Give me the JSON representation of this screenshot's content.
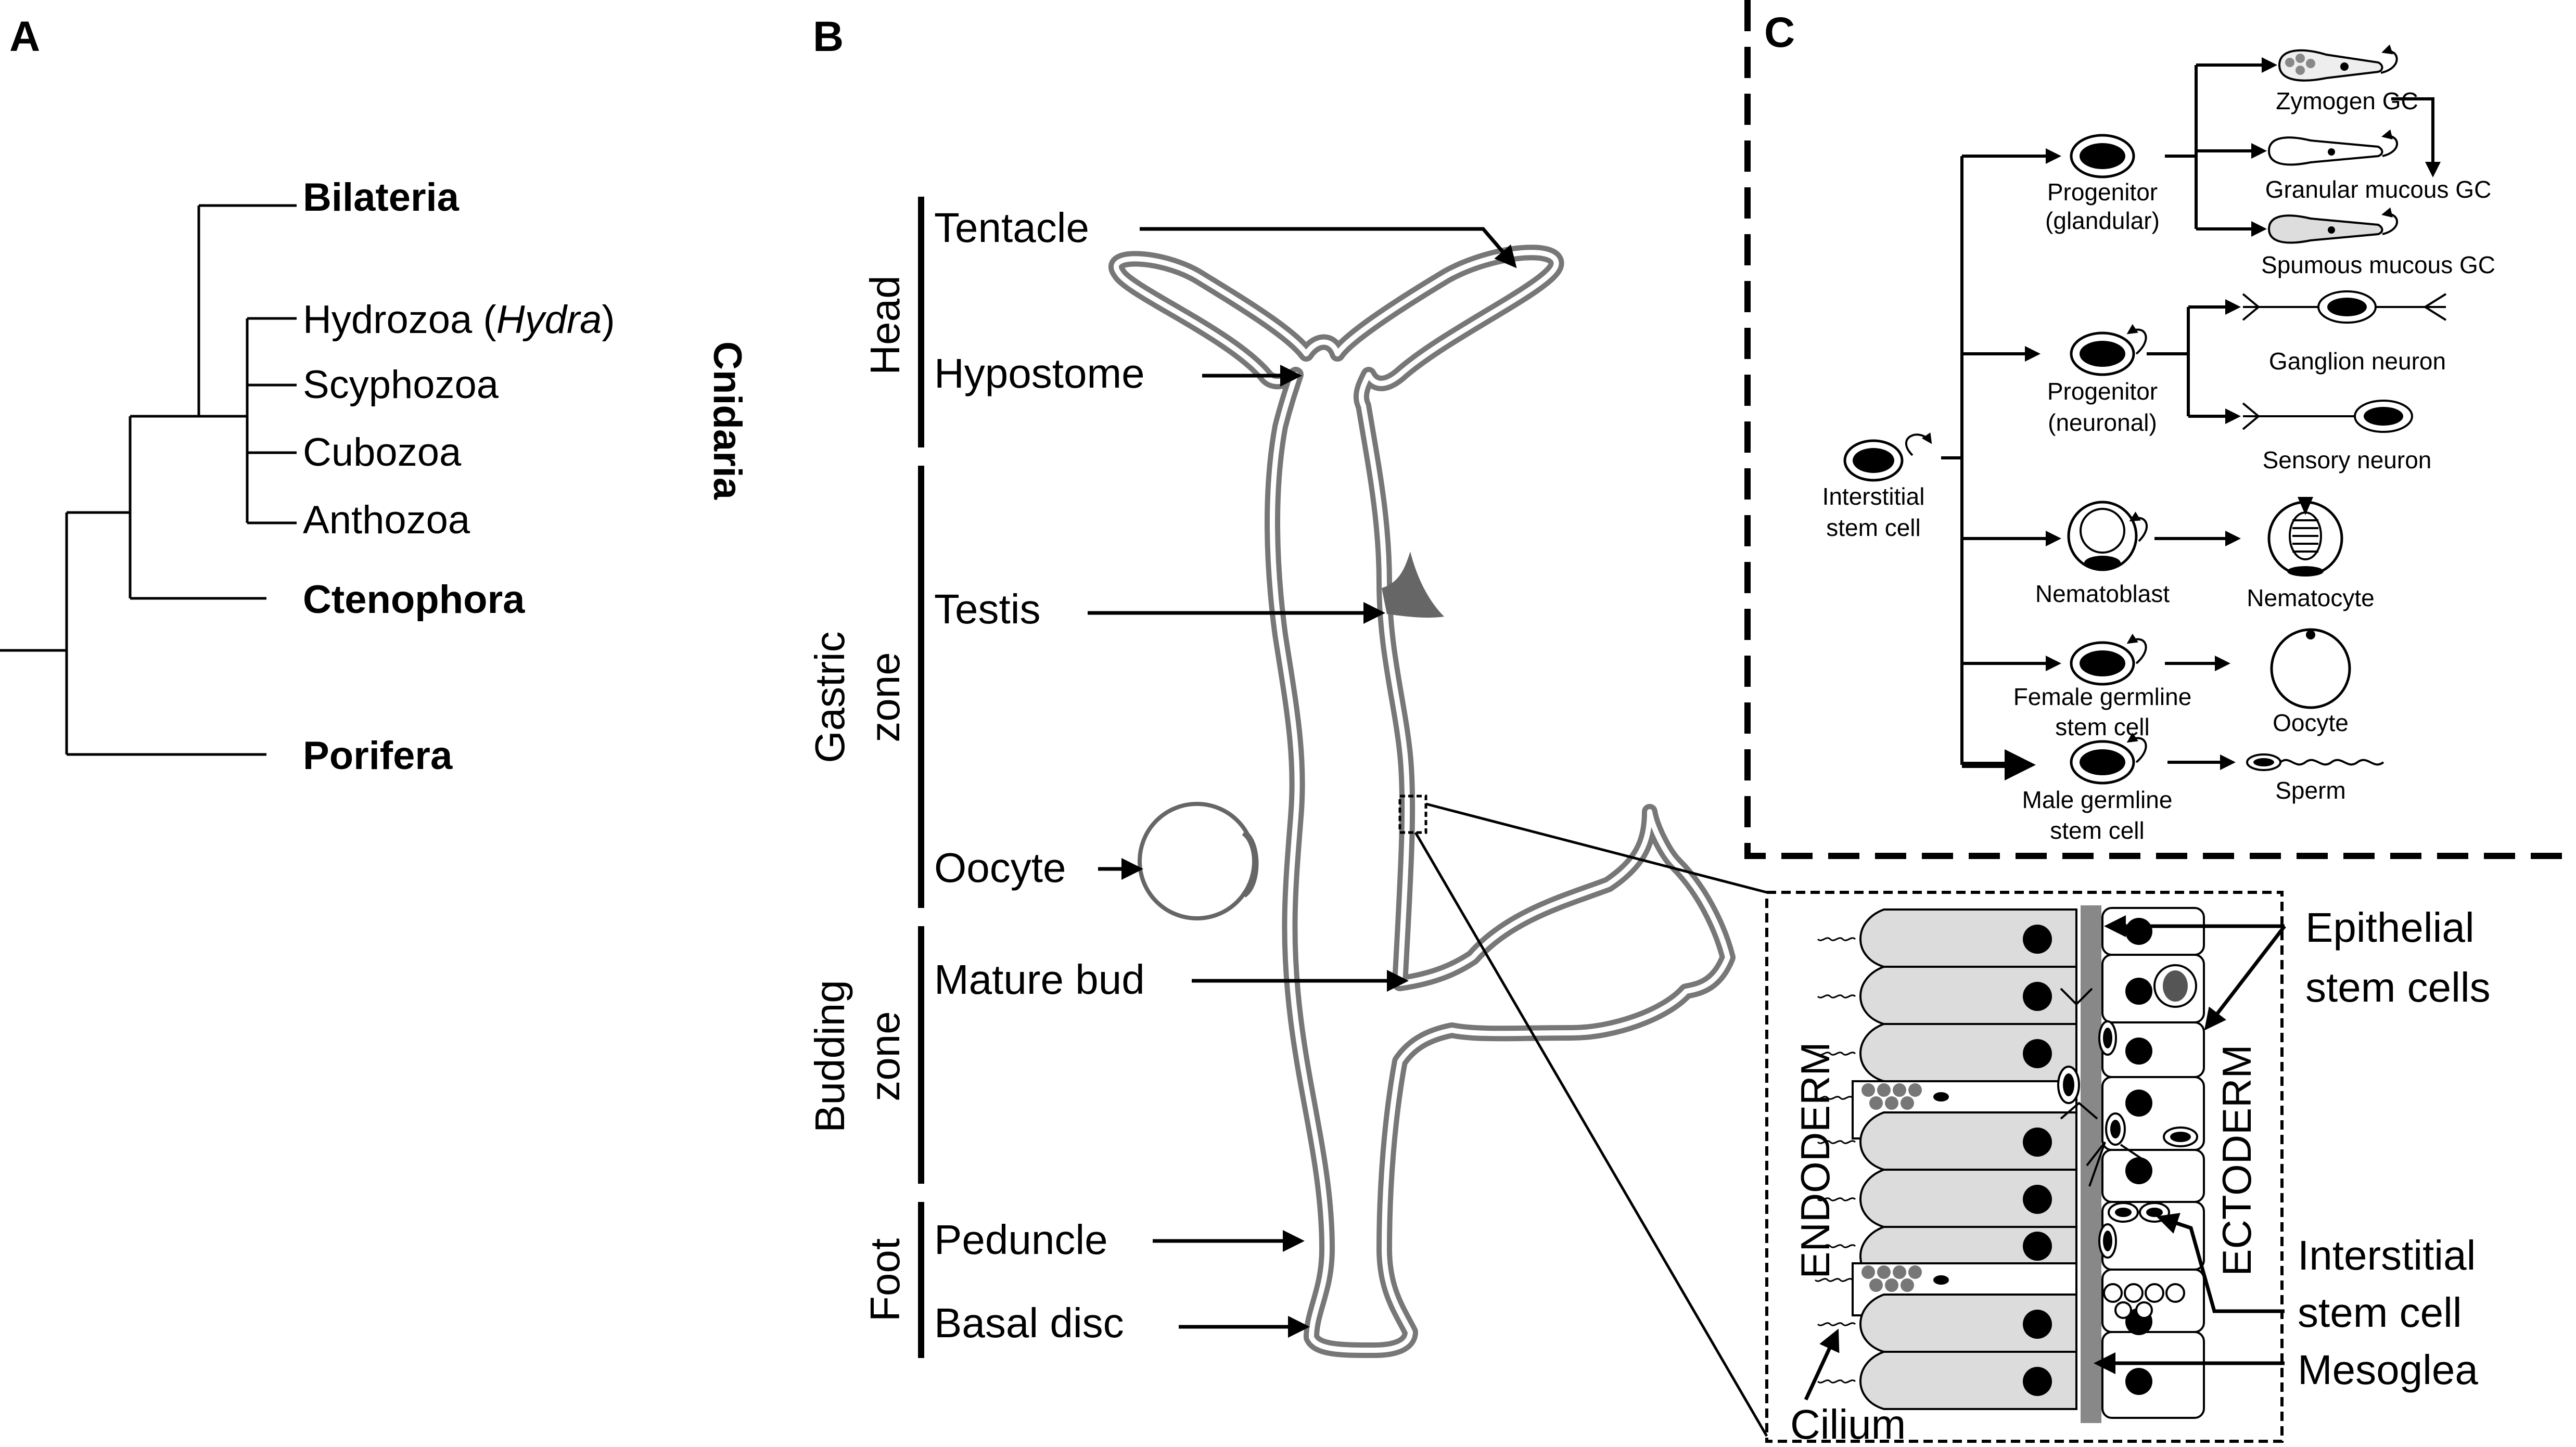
{
  "panels": {
    "a": "A",
    "b": "B",
    "c": "C"
  },
  "tree": {
    "bilateria": "Bilateria",
    "hydrozoa_prefix": "Hydrozoa (",
    "hydrozoa_genus": "Hydra",
    "hydrozoa_suffix": ")",
    "scyphozoa": "Scyphozoa",
    "cubozoa": "Cubozoa",
    "anthozoa": "Anthozoa",
    "ctenophora": "Ctenophora",
    "porifera": "Porifera",
    "cnidaria": "Cnidaria"
  },
  "hydra": {
    "regions": {
      "head": "Head",
      "gastric_1": "Gastric",
      "gastric_2": "zone",
      "budding_1": "Budding",
      "budding_2": "zone",
      "foot": "Foot"
    },
    "parts": {
      "tentacle": "Tentacle",
      "hypostome": "Hypostome",
      "testis": "Testis",
      "oocyte": "Oocyte",
      "mature_bud": "Mature bud",
      "peduncle": "Peduncle",
      "basal_disc": "Basal disc"
    }
  },
  "lineage": {
    "isc_1": "Interstitial",
    "isc_2": "stem cell",
    "prog_gland_1": "Progenitor",
    "prog_gland_2": "(glandular)",
    "zymogen": "Zymogen GC",
    "granular": "Granular mucous GC",
    "spumous": "Spumous mucous GC",
    "prog_neur_1": "Progenitor",
    "prog_neur_2": "(neuronal)",
    "ganglion": "Ganglion neuron",
    "sensory": "Sensory neuron",
    "nematoblast": "Nematoblast",
    "nematocyte": "Nematocyte",
    "female_1": "Female germline",
    "female_2": "stem cell",
    "oocyte": "Oocyte",
    "male_1": "Male germline",
    "male_2": "stem cell",
    "sperm": "Sperm"
  },
  "tissue": {
    "endoderm": "ENDODERM",
    "ectoderm": "ECTODERM",
    "epithelial_1": "Epithelial",
    "epithelial_2": "stem cells",
    "interstitial_1": "Interstitial",
    "interstitial_2": "stem cell",
    "mesoglea": "Mesoglea",
    "cilium": "Cilium"
  },
  "colors": {
    "hydrozoa": "#e8131b",
    "cnidaria": "#1c1ccf",
    "body_wall": "#888888",
    "endoderm_cell": "#dcdcdc"
  }
}
